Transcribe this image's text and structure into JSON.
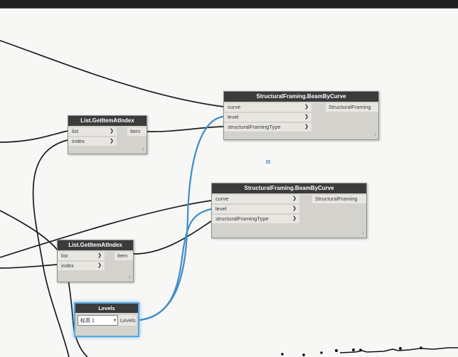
{
  "colors": {
    "top_bar": "#1f1f1f",
    "canvas_background": "#f7f7f6",
    "node_header_bg": "#3b3b3b",
    "node_body_bg": "#d4d2cc",
    "port_row_bg": "#e8e6e1",
    "wire_black": "#1c1c1c",
    "wire_blue": "#3E8ECB",
    "selection_blue": "#57A7DE"
  },
  "icons": {
    "port_arrow": "❯",
    "caret_down": "▾",
    "info": "i"
  },
  "nodes": {
    "beam_a": {
      "title": "StructuralFraming.BeamByCurve",
      "inputs": [
        "curve",
        "level",
        "structuralFramingType"
      ],
      "output": "StructuralFraming"
    },
    "beam_b": {
      "title": "StructuralFraming.BeamByCurve",
      "inputs": [
        "curve",
        "level",
        "structuralFramingType"
      ],
      "output": "StructuralFraming"
    },
    "get_item_a": {
      "title": "List.GetItemAtIndex",
      "inputs": [
        "list",
        "index"
      ],
      "output": "item"
    },
    "get_item_b": {
      "title": "List.GetItemAtIndex",
      "inputs": [
        "list",
        "index"
      ],
      "output": "item"
    },
    "levels": {
      "title": "Levels",
      "selected_value": "标高 1",
      "output": "Levels"
    }
  }
}
